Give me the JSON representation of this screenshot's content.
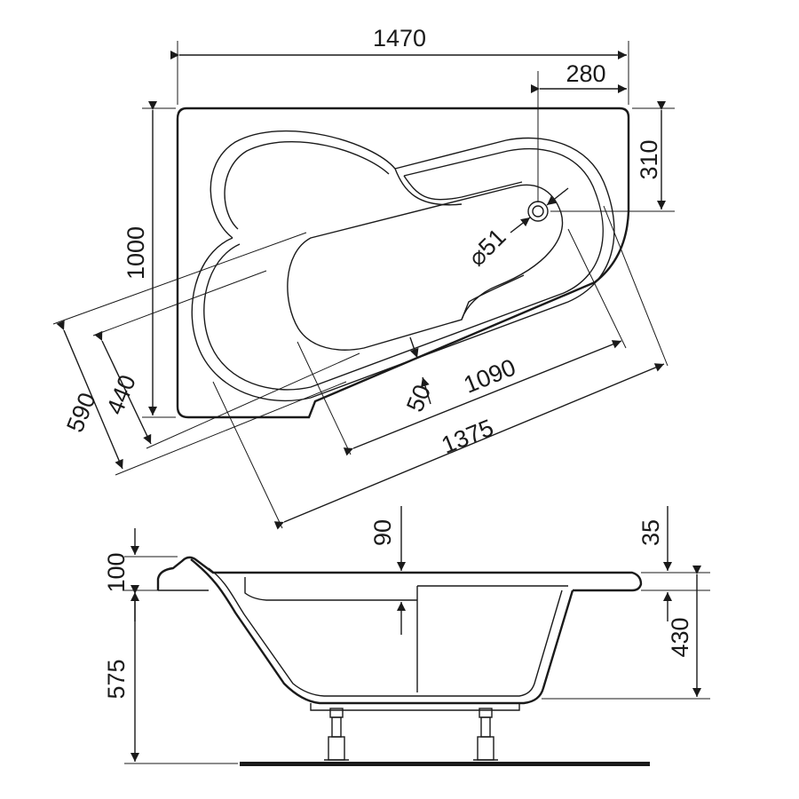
{
  "plan_view": {
    "overall_length": "1470",
    "drain_offset_x": "280",
    "drain_offset_y": "310",
    "overall_width": "1000",
    "drain_diameter": "⌀51",
    "inner_length": "1090",
    "outer_length": "1375",
    "inner_width": "440",
    "outer_width": "590",
    "rim_gap": "50"
  },
  "side_view": {
    "rim_height": "100",
    "leg_height": "575",
    "seat_step": "90",
    "rim_step": "35",
    "bath_depth": "430"
  },
  "colors": {
    "line": "#1a1a1a",
    "background": "#ffffff"
  }
}
